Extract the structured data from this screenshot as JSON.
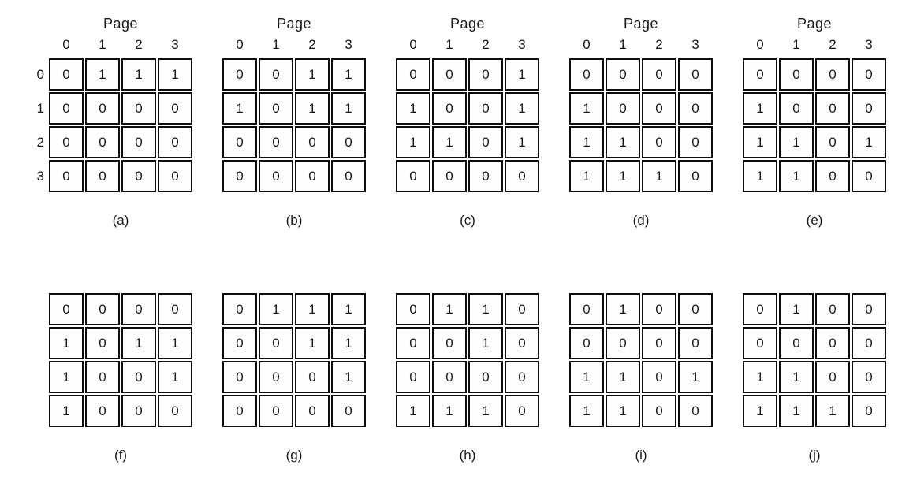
{
  "figure": {
    "page_label": "Page",
    "column_labels": [
      "0",
      "1",
      "2",
      "3"
    ],
    "row_labels": [
      "0",
      "1",
      "2",
      "3"
    ],
    "matrices": [
      {
        "caption": "(a)",
        "rows": [
          [
            0,
            1,
            1,
            1
          ],
          [
            0,
            0,
            0,
            0
          ],
          [
            0,
            0,
            0,
            0
          ],
          [
            0,
            0,
            0,
            0
          ]
        ]
      },
      {
        "caption": "(b)",
        "rows": [
          [
            0,
            0,
            1,
            1
          ],
          [
            1,
            0,
            1,
            1
          ],
          [
            0,
            0,
            0,
            0
          ],
          [
            0,
            0,
            0,
            0
          ]
        ]
      },
      {
        "caption": "(c)",
        "rows": [
          [
            0,
            0,
            0,
            1
          ],
          [
            1,
            0,
            0,
            1
          ],
          [
            1,
            1,
            0,
            1
          ],
          [
            0,
            0,
            0,
            0
          ]
        ]
      },
      {
        "caption": "(d)",
        "rows": [
          [
            0,
            0,
            0,
            0
          ],
          [
            1,
            0,
            0,
            0
          ],
          [
            1,
            1,
            0,
            0
          ],
          [
            1,
            1,
            1,
            0
          ]
        ]
      },
      {
        "caption": "(e)",
        "rows": [
          [
            0,
            0,
            0,
            0
          ],
          [
            1,
            0,
            0,
            0
          ],
          [
            1,
            1,
            0,
            1
          ],
          [
            1,
            1,
            0,
            0
          ]
        ]
      },
      {
        "caption": "(f)",
        "rows": [
          [
            0,
            0,
            0,
            0
          ],
          [
            1,
            0,
            1,
            1
          ],
          [
            1,
            0,
            0,
            1
          ],
          [
            1,
            0,
            0,
            0
          ]
        ]
      },
      {
        "caption": "(g)",
        "rows": [
          [
            0,
            1,
            1,
            1
          ],
          [
            0,
            0,
            1,
            1
          ],
          [
            0,
            0,
            0,
            1
          ],
          [
            0,
            0,
            0,
            0
          ]
        ]
      },
      {
        "caption": "(h)",
        "rows": [
          [
            0,
            1,
            1,
            0
          ],
          [
            0,
            0,
            1,
            0
          ],
          [
            0,
            0,
            0,
            0
          ],
          [
            1,
            1,
            1,
            0
          ]
        ]
      },
      {
        "caption": "(i)",
        "rows": [
          [
            0,
            1,
            0,
            0
          ],
          [
            0,
            0,
            0,
            0
          ],
          [
            1,
            1,
            0,
            1
          ],
          [
            1,
            1,
            0,
            0
          ]
        ]
      },
      {
        "caption": "(j)",
        "rows": [
          [
            0,
            1,
            0,
            0
          ],
          [
            0,
            0,
            0,
            0
          ],
          [
            1,
            1,
            0,
            0
          ],
          [
            1,
            1,
            1,
            0
          ]
        ]
      }
    ]
  }
}
